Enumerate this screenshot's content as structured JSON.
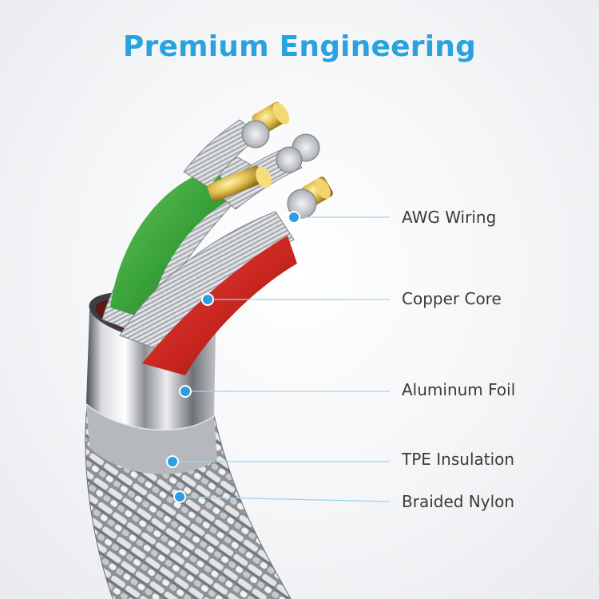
{
  "title": "Premium Engineering",
  "colors": {
    "title": "#29a3e0",
    "callout_dot": "#2b9fe2",
    "callout_line": "#9fd3f2",
    "green_wire": "#3aa33a",
    "red_wire": "#c8251f",
    "silver": "#c9ccd0",
    "copper": "#d9b44a"
  },
  "callouts": [
    {
      "label": "AWG Wiring"
    },
    {
      "label": "Copper Core"
    },
    {
      "label": "Aluminum Foil"
    },
    {
      "label": "TPE Insulation"
    },
    {
      "label": "Braided Nylon"
    }
  ]
}
